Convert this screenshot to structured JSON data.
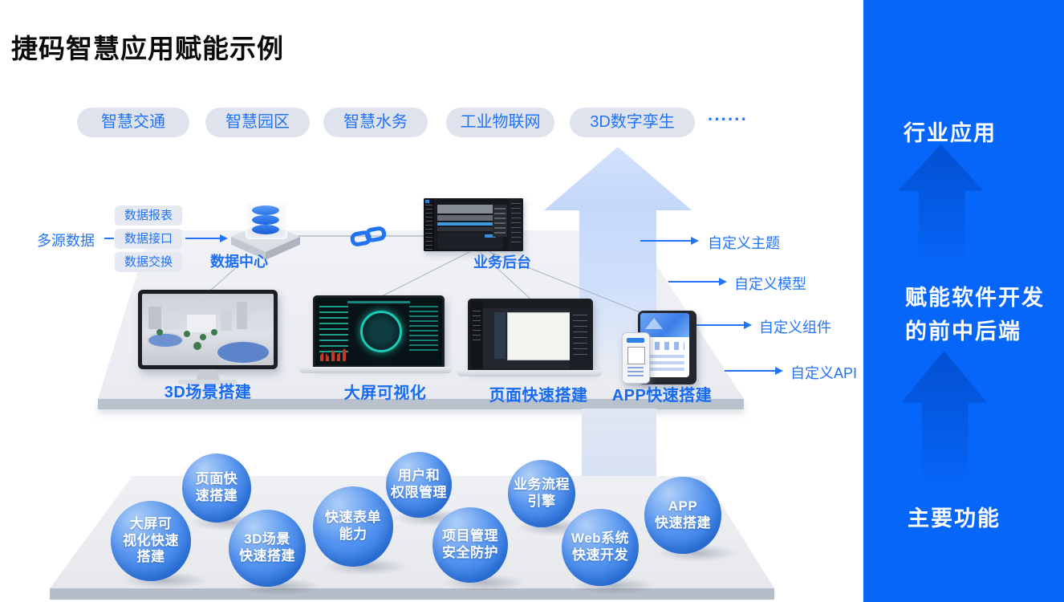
{
  "title": "捷码智慧应用赋能示例",
  "industries": {
    "pills": [
      {
        "label": "智慧交通"
      },
      {
        "label": "智慧园区"
      },
      {
        "label": "智慧水务"
      },
      {
        "label": "工业物联网"
      },
      {
        "label": "3D数字孪生"
      }
    ],
    "more": "······"
  },
  "flow": {
    "source": "多源数据",
    "channels": [
      {
        "label": "数据报表"
      },
      {
        "label": "数据接口"
      },
      {
        "label": "数据交换"
      }
    ],
    "data_center": "数据中心",
    "backend": "业务后台"
  },
  "custom_outputs": [
    {
      "label": "自定义主题"
    },
    {
      "label": "自定义模型"
    },
    {
      "label": "自定义组件"
    },
    {
      "label": "自定义API"
    }
  ],
  "devices": [
    {
      "label": "3D场景搭建"
    },
    {
      "label": "大屏可视化"
    },
    {
      "label": "页面快速搭建"
    },
    {
      "label": "APP快速搭建"
    }
  ],
  "features": [
    {
      "lines": [
        "大屏可",
        "视化快速",
        "搭建"
      ]
    },
    {
      "lines": [
        "页面快",
        "速搭建"
      ]
    },
    {
      "lines": [
        "3D场景",
        "快速搭建"
      ]
    },
    {
      "lines": [
        "快速表单",
        "能力"
      ]
    },
    {
      "lines": [
        "用户和",
        "权限管理"
      ]
    },
    {
      "lines": [
        "项目管理",
        "安全防护"
      ]
    },
    {
      "lines": [
        "业务流程",
        "引擎"
      ]
    },
    {
      "lines": [
        "Web系统",
        "快速开发"
      ]
    },
    {
      "lines": [
        "APP",
        "快速搭建"
      ]
    }
  ],
  "sidebar": {
    "sections": [
      {
        "label": "行业应用"
      },
      {
        "label": "赋能软件开发",
        "label2": "的前中后端"
      },
      {
        "label": "主要功能"
      }
    ]
  },
  "icons": {
    "link_icon": "chain-link",
    "database_icon": "data-center-db",
    "up_arrow": "upward-arrow"
  },
  "colors": {
    "accent_blue": "#2273f5",
    "sidebar_blue": "#0666fa",
    "light_arrow_blue": "#c6d9fb",
    "bubble_blue": "#1f6fe2",
    "pill_bg": "#dfe3ed",
    "platform_gray": "#e9ebf0"
  }
}
